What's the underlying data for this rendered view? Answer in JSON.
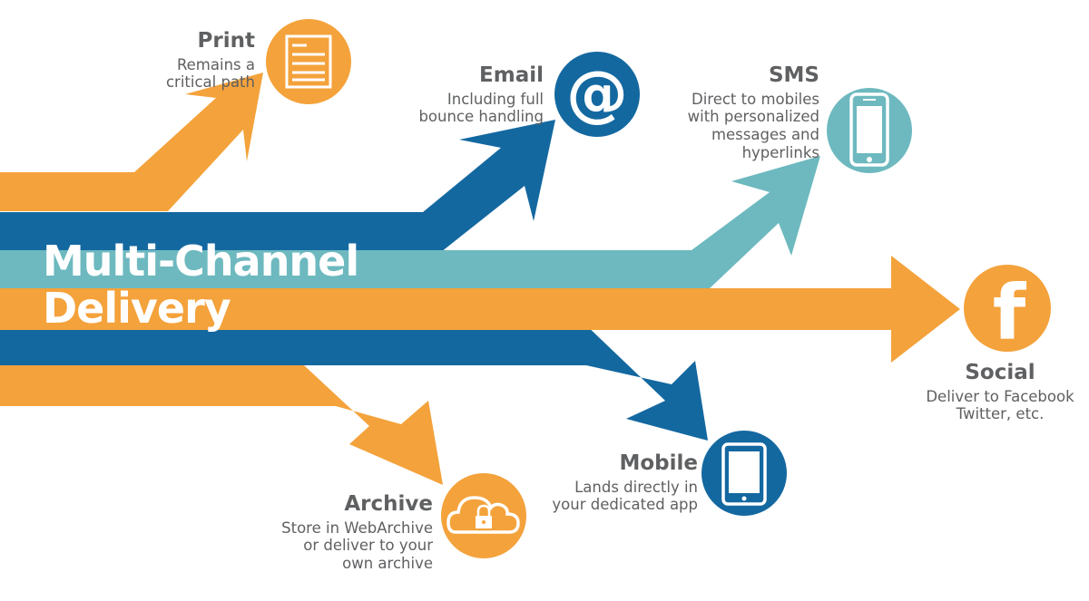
{
  "title_line1": "Multi-Channel",
  "title_line2": "Delivery",
  "colors": {
    "orange": "#F4A23B",
    "blue": "#1468A0",
    "teal": "#6DB9BF",
    "text": "#5F6062",
    "white": "#FFFFFF"
  },
  "channels": [
    {
      "id": "print",
      "title": "Print",
      "lines": [
        "Remains a",
        "critical path"
      ],
      "icon": "document-icon",
      "color": "orange"
    },
    {
      "id": "email",
      "title": "Email",
      "lines": [
        "Including full",
        "bounce handling"
      ],
      "icon": "at-sign-icon",
      "color": "blue"
    },
    {
      "id": "sms",
      "title": "SMS",
      "lines": [
        "Direct to mobiles",
        "with personalized",
        "messages and",
        "hyperlinks"
      ],
      "icon": "smartphone-icon",
      "color": "teal"
    },
    {
      "id": "social",
      "title": "Social",
      "lines": [
        "Deliver to Facebook",
        "Twitter, etc."
      ],
      "icon": "facebook-icon",
      "color": "orange"
    },
    {
      "id": "mobile",
      "title": "Mobile",
      "lines": [
        "Lands directly in",
        "your dedicated app"
      ],
      "icon": "tablet-icon",
      "color": "blue"
    },
    {
      "id": "archive",
      "title": "Archive",
      "lines": [
        "Store in WebArchive",
        "or deliver to your",
        "own archive"
      ],
      "icon": "cloud-lock-icon",
      "color": "orange"
    }
  ]
}
